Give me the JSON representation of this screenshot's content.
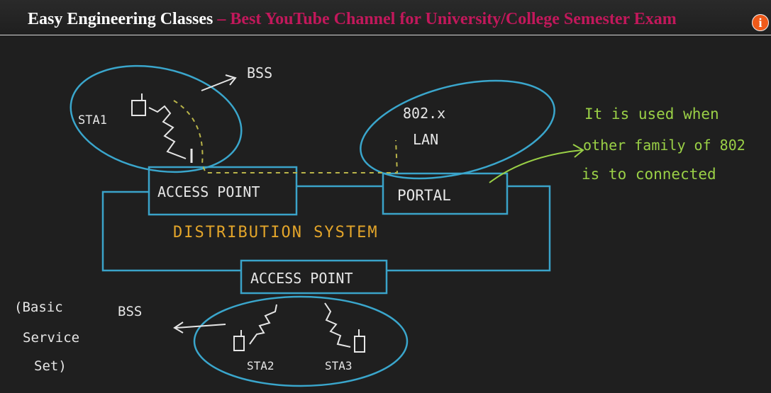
{
  "video": {
    "title_main": "Easy Engineering Classes",
    "title_sub": "– Best YouTube Channel for University/College Semester Exam",
    "info_icon": "i"
  },
  "diagram": {
    "bss_top": "BSS",
    "sta1": "STA1",
    "lan_802": "802.x",
    "lan": "LAN",
    "access_point_top": "ACCESS POINT",
    "portal": "PORTAL",
    "distribution_system": "DISTRIBUTION SYSTEM",
    "access_point_bottom": "ACCESS POINT",
    "bss_bottom": "BSS",
    "basic_line1": "(Basic",
    "basic_line2": "Service",
    "basic_line3": "Set)",
    "sta2": "STA2",
    "sta3": "STA3",
    "note_line1": "It is used when",
    "note_line2": "other family of 802",
    "note_line3": "is to connected",
    "colors": {
      "chalk": "#e6e6e6",
      "box_blue": "#3aa3c9",
      "ellipse_blue": "#3aa6cc",
      "yellow": "#e3a52a",
      "green": "#9ad046",
      "dashed": "#b9b449"
    }
  }
}
